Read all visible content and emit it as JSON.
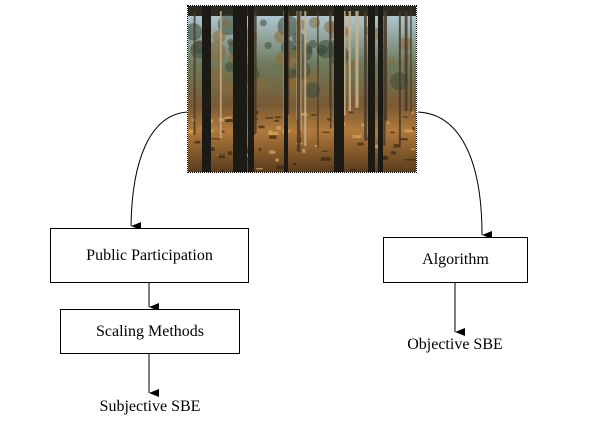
{
  "diagram": {
    "photo": {
      "description": "forest scene photograph",
      "colors": {
        "sky": "#bcd6e8",
        "canopy": "#3b4a3a",
        "floor": "#b07a3c",
        "trunk": "#1c1a14",
        "light": "#d9a860"
      }
    },
    "nodes": {
      "public_participation": "Public Participation",
      "scaling_methods": "Scaling Methods",
      "subjective_sbe": "Subjective SBE",
      "algorithm": "Algorithm",
      "objective_sbe": "Objective SBE"
    },
    "edges": [
      {
        "from": "photo",
        "to": "public_participation"
      },
      {
        "from": "public_participation",
        "to": "scaling_methods"
      },
      {
        "from": "scaling_methods",
        "to": "subjective_sbe"
      },
      {
        "from": "photo",
        "to": "algorithm"
      },
      {
        "from": "algorithm",
        "to": "objective_sbe"
      }
    ]
  }
}
